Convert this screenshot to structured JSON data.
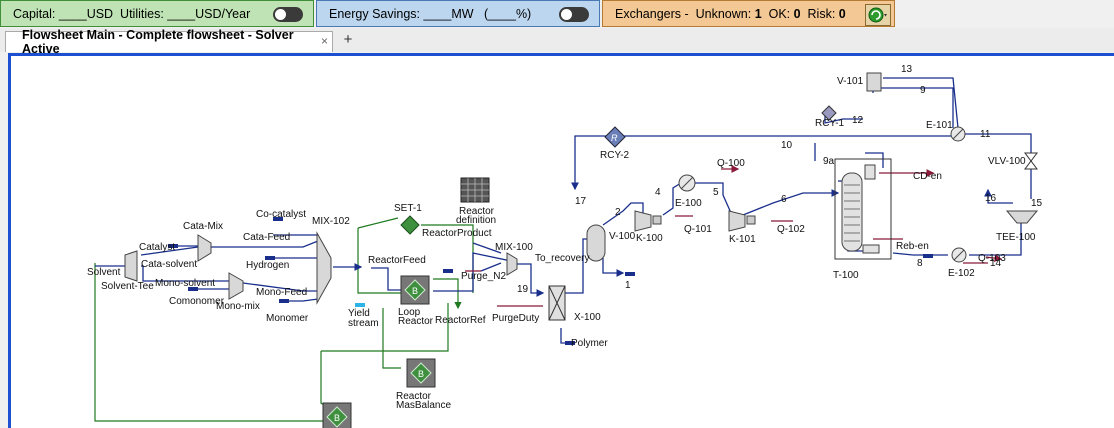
{
  "toolbar": {
    "capital_label": "Capital:",
    "capital_blank": "____",
    "capital_unit": "USD",
    "utilities_label": "Utilities:",
    "utilities_blank": "____",
    "utilities_unit": "USD/Year",
    "energy_label": "Energy Savings:",
    "energy_blank": "____",
    "energy_unit": "MW",
    "energy_pct": "(____%)",
    "exchangers_label": "Exchangers -",
    "unknown_label": "Unknown:",
    "unknown_value": "1",
    "ok_label": "OK:",
    "ok_value": "0",
    "risk_label": "Risk:",
    "risk_value": "0"
  },
  "tabs": {
    "main_tab": "Flowsheet Main - Complete flowsheet - Solver Active",
    "close_glyph": "×",
    "add_glyph": "+"
  },
  "colors": {
    "stream_blue": "#1a2f8c",
    "energy_red": "#8b1a3a",
    "logic_green": "#1f7a1f",
    "canvas_border": "#1c4fd2"
  },
  "flowsheet": {
    "labels": {
      "solvent": "Solvent",
      "solvent_tee": "Solvent-Tee",
      "catalyst": "Catalyst",
      "cata_mix": "Cata-Mix",
      "cata_solvent": "Cata-solvent",
      "cata_feed": "Cata-Feed",
      "co_catalyst": "Co-catalyst",
      "hydrogen": "Hydrogen",
      "mono_solvent": "Mono-solvent",
      "comonomer": "Comonomer",
      "mono_mix": "Mono-mix",
      "mono_feed": "Mono-Feed",
      "monomer": "Monomer",
      "mix_102": "MIX-102",
      "set_1": "SET-1",
      "reactor_definition_1": "Reactor",
      "reactor_definition_2": "definition",
      "reactor_product": "ReactorProduct",
      "reactor_feed": "ReactorFeed",
      "yield_stream_1": "Yield",
      "yield_stream_2": "stream",
      "loop_reactor_1": "Loop",
      "loop_reactor_2": "Reactor",
      "reactor_ref": "ReactorRef",
      "reactor_masbalance_1": "Reactor",
      "reactor_masbalance_2": "MasBalance",
      "mix_100": "MIX-100",
      "purge_n2": "Purge_N2",
      "to_recovery": "To_recovery",
      "s19": "19",
      "purge_duty": "PurgeDuty",
      "x_100": "X-100",
      "polymer": "Polymer",
      "s17": "17",
      "rcy_2": "RCY-2",
      "v_100": "V-100",
      "s1": "1",
      "s2": "2",
      "k_100": "K-100",
      "s4": "4",
      "e_100": "E-100",
      "q_100": "Q-100",
      "s5": "5",
      "q_101": "Q-101",
      "k_101": "K-101",
      "q_102": "Q-102",
      "s6": "6",
      "s10": "10",
      "s9a": "9a",
      "rcy_1": "RCY-1",
      "s12": "12",
      "v_101": "V-101",
      "s13": "13",
      "s9": "9",
      "e_101": "E-101",
      "s11": "11",
      "vlv_100": "VLV-100",
      "cd_en": "CD-en",
      "t_100": "T-100",
      "reb_en": "Reb-en",
      "s8": "8",
      "e_102": "E-102",
      "q_103": "Q-103",
      "s14": "14",
      "s15": "15",
      "s16": "16",
      "tee_100": "TEE-100"
    }
  }
}
